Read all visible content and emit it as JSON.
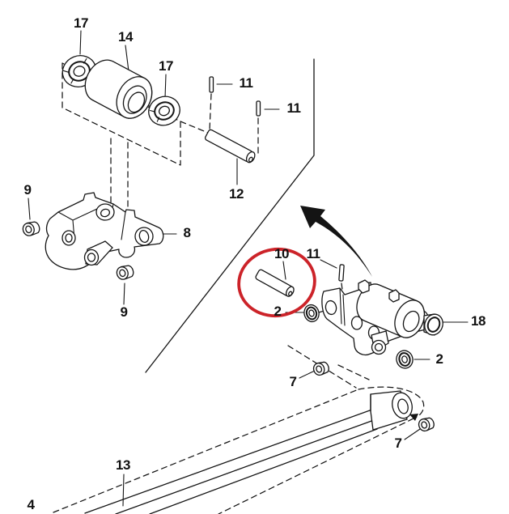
{
  "figure": {
    "type": "exploded-parts-diagram",
    "background_color": "#ffffff",
    "line_color": "#141414",
    "highlight_color": "#cc2329",
    "highlighted_part": "10"
  },
  "callouts": [
    {
      "text": "17"
    },
    {
      "text": "14"
    },
    {
      "text": "17"
    },
    {
      "text": "11"
    },
    {
      "text": "11"
    },
    {
      "text": "12"
    },
    {
      "text": "9"
    },
    {
      "text": "8"
    },
    {
      "text": "9"
    },
    {
      "text": "10"
    },
    {
      "text": "11"
    },
    {
      "text": "2"
    },
    {
      "text": "18"
    },
    {
      "text": "2"
    },
    {
      "text": "7"
    },
    {
      "text": "7"
    },
    {
      "text": "13"
    },
    {
      "text": "4"
    }
  ]
}
